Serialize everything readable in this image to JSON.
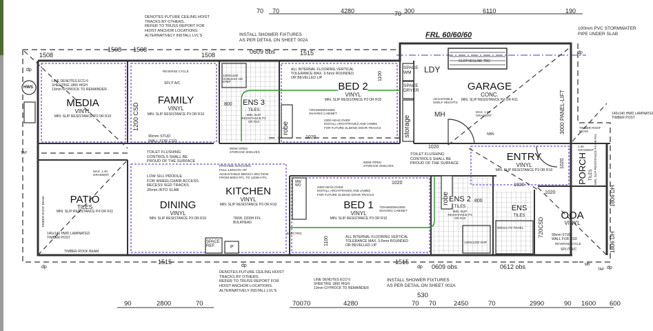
{
  "title": "FRL 60/60/60",
  "rooms": {
    "media": {
      "name": "MEDIA",
      "finish": "VINYL",
      "slip": "MIN. SLIP RESISTANCE P3 OR R10"
    },
    "family": {
      "name": "FAMILY",
      "finish": "VINYL",
      "slip": "MIN. SLIP RESISTANCE P3 OR R10"
    },
    "ens3": {
      "name": "ENS 3",
      "finish": "TILES",
      "slip": "MIN. SLIP RESISTANCE P3 OR R10"
    },
    "bed2": {
      "name": "BED 2",
      "finish": "VINYL",
      "slip": "MIN. SLIP RESISTANCE P3 OR R10"
    },
    "ldy": {
      "name": "LDY"
    },
    "garage": {
      "name": "GARAGE",
      "finish": "CONC.",
      "slip": "MIN. SLIP RESISTANCE P4 OR R11"
    },
    "entry": {
      "name": "ENTRY",
      "finish": "VINYL",
      "slip": "MIN. SLIP RESISTANCE P3 OR R10"
    },
    "porch": {
      "name": "PORCH",
      "finish": "TILES",
      "slip": "MIN. SLIP RESISTANCE P4 OR R11"
    },
    "patio": {
      "name": "PATIO",
      "finish": "TILES",
      "slip": "MIN. SLIP RESISTANCE P4 OR R11"
    },
    "dining": {
      "name": "DINING",
      "finish": "VINYL",
      "slip": "MIN. SLIP RESISTANCE P3 OR R10"
    },
    "kitchen": {
      "name": "KITCHEN",
      "finish": "VINYL",
      "slip": "MIN. SLIP RESISTANCE P3 OR R10"
    },
    "bed1": {
      "name": "BED 1",
      "finish": "VINYL",
      "slip": "MIN. SLIP RESISTANCE P3 OR R10"
    },
    "ens2": {
      "name": "ENS 2",
      "finish": "TILES",
      "slip": "MIN. SLIP RESISTANCE P3 OR R10"
    },
    "ens": {
      "name": "ENS",
      "finish": "TILES"
    },
    "ooa": {
      "name": "OOA",
      "finish": "VINYL"
    }
  },
  "fixtures": {
    "hws": "HWS",
    "robe": "robe",
    "storage": "storage",
    "space_wm": "SPACE WM",
    "space_dryer": "SPACE DRYER",
    "mh": "MH",
    "nbn": "NBN",
    "clothesline": "CLOTHESLINE TBC",
    "space_ref": "SPACE REF.",
    "pantry": "P",
    "mw": "MW WO",
    "electric": "ELECTRIC",
    "split_ac": "SPLIT A/C",
    "reverse_cycle": "REVERSE CYCLE",
    "panel_lift": "3000 PANEL-LIFT",
    "csd_1200": "1200 CSD",
    "csd_720": "720CSD",
    "dh1": "1806 DH",
    "dh2": "1806 DH",
    "mb": "MB",
    "tap": "TAP",
    "dp": "dp",
    "shr": "1200x1200 SHR",
    "hobless": "1200x1200 HOBLESS NO STEP"
  },
  "notes": {
    "hoist_top": "DENOTES FUTURE CEILING HOIST\nTRACKS BY OTHERS.\nREFER TO TRUSS REPORT FOR\nHOIST ANCHOR LOCATIONS.\nALTERNATIVELY INSTALL LVL'S",
    "shower_top": "INSTALL SHOWER FIXTURES\nAS PER DETAIL ON SHEET 002A",
    "stormwater": "100mm PVC STORMWATER\nPIPE UNDER SLAB",
    "eco_top": "LINE DENOTES ECO 6\nSHEETING 1800 HIGH\n13mm GYPROCK TO REMAINDER",
    "stud_top": "90mm STUD\nWALL FOR CSD",
    "toilet_left": "TOILET FLUSHING\nCONTROLS SHALL BE\nPROUD OF THE SURFACE",
    "flooring_top": "ALL INTERNAL FLOORING VERTICAL\nTOLERANCE MAX. 3-5mm ROUNDED\nOR BEVELLED LIP",
    "shaving_top": "720Hx600Wx150D\nSHAVING CABINET",
    "head_top": "2300 HEAD OVER\nINSTALL ARCHITRAVES AND JAMBS\nFOR FUTURE SLIDING DOOR TRACKS",
    "shelves_top": "900W OPEN\nSTORAGE SHELVES",
    "adjustable": "ADJUSTABLE\nSHELF HEIGHTS",
    "gradient_garage": "MAX. 1:40\nGRADIENT",
    "post_right": "140x140 HWD LAMINATED\nTIMBER POST",
    "roof_beam_right": "TIMBER ROOF\nBEAM",
    "gradient_porch": "1:40\nGRADIENT",
    "toilet_right": "TOILET FLUSHING\nCONTROLS SHALL BE\nPROUD OF THE SURFACE",
    "shelves_mid": "900W OPEN\nSTORAGE SHELVES",
    "gradient_patio": "MAX. 1:40\nGRADIENT",
    "post_left": "140x140 HWD LAMINATED\nTIMBER POST",
    "roof_beam_bottom": "TIMBER ROOF BEAM",
    "roof_beam_left": "TIMBER ROOF BEAM",
    "sill": "LOW SILL PROFILE\nFOR WHEELCHAIR ACCESS\nRECESS SGD TRACKS\n20mm INTO SLAB",
    "nogging": "PROVIDE NOGGING\nFULL LENGTH OF\nADJUSTABLE BENCH SECTION\nFROM 600H FFL TO 1200H FFL",
    "bulkhead": "700W, 2200H FFL\nBULKHEAD",
    "head_mid": "2300 HEAD OVER\nINSTALL ARCHITRAVES AND JAMBS\nFOR FUTURE SLIDING DOOR TRACKS",
    "shaving_mid": "720Hx600Wx150D\nSHAVING CABINET",
    "flooring_bottom": "ALL INTERNAL FLOORING VERTICAL\nTOLERANCE MAX. 3-5mm ROUNDED\nOR BEVELLED LIP",
    "hoist_bottom": "DENOTES FUTURE CEILING HOIST\nTRACKS BY OTHERS.\nREFER TO TRUSS REPORT FOR\nHOIST ANCHOR LOCATIONS.\nALTERNATIVELY INSTALL LVL'S",
    "eco_bottom": "LINE DENOTES ECO 6\nSHEETING 1800 HIGH\n13mm GYPROCK TO REMAINDER",
    "shower_bottom": "INSTALL SHOWER FIXTURES\nAS PER DETAIL ON SHEET 002A",
    "stud_bottom": "90mm STUD\nWALL FOR CSD",
    "fg_panel": "900mm FG PANEL"
  },
  "windows": {
    "w1": "1508",
    "w2": "1508",
    "w3": "1508",
    "w4": "1508",
    "w5": "0609 obs",
    "w6": "1515",
    "w7": "1515",
    "w8": "1515",
    "w9": "0609 obs",
    "w10": "0612 obs"
  },
  "doors": {
    "d1": "1020",
    "d2": "1020",
    "d3": "1020",
    "d4": "1020",
    "d5": "1020",
    "d6": "1020",
    "d7": "800",
    "d8": "800"
  },
  "heights": {
    "h1": "1100",
    "h2": "1100"
  },
  "top_dims": [
    "70",
    "70",
    "4280",
    "70",
    "300",
    "6110",
    "190"
  ],
  "bottom_dims": [
    "90",
    "2800",
    "70",
    "70070",
    "4280",
    "530",
    "70",
    "70",
    "2450",
    "70",
    "2990",
    "90",
    "1600",
    "600"
  ],
  "colors": {
    "wall": "#333333",
    "boundary": "#555555",
    "accessible_zone": "#7a4fc9",
    "eco_line": "#2a9a2a",
    "stormwater": "#3a3acc"
  }
}
